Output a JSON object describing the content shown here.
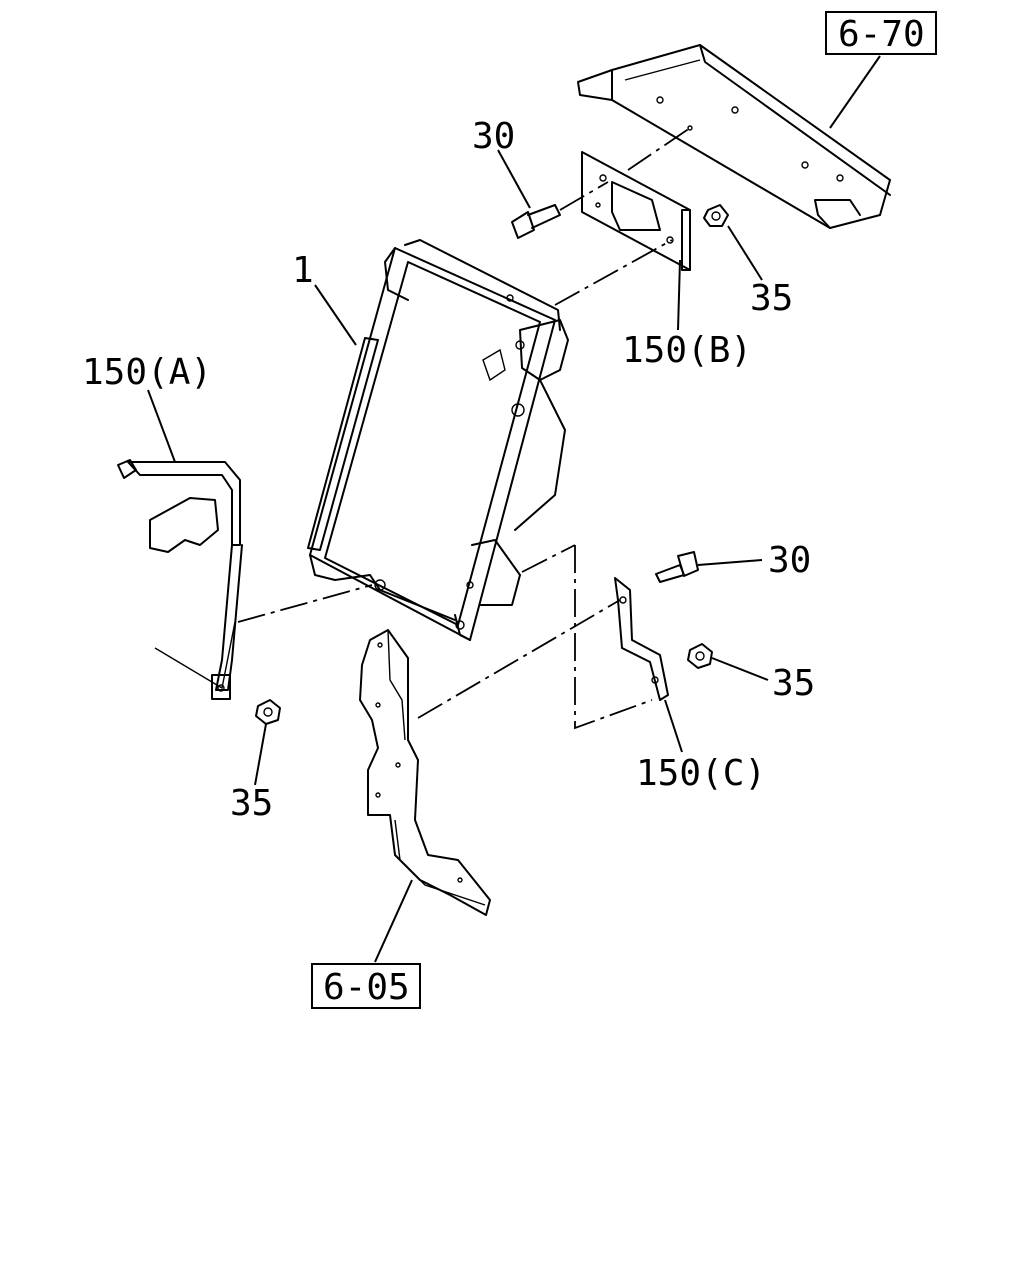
{
  "callouts": {
    "ref_6_70": "6-70",
    "ref_6_05": "6-05",
    "part_1": "1",
    "bolt_top": "30",
    "bolt_right": "30",
    "nut_top": "35",
    "nut_right": "35",
    "nut_left": "35",
    "bracket_a": "150(A)",
    "bracket_b": "150(B)",
    "bracket_c": "150(C)"
  }
}
